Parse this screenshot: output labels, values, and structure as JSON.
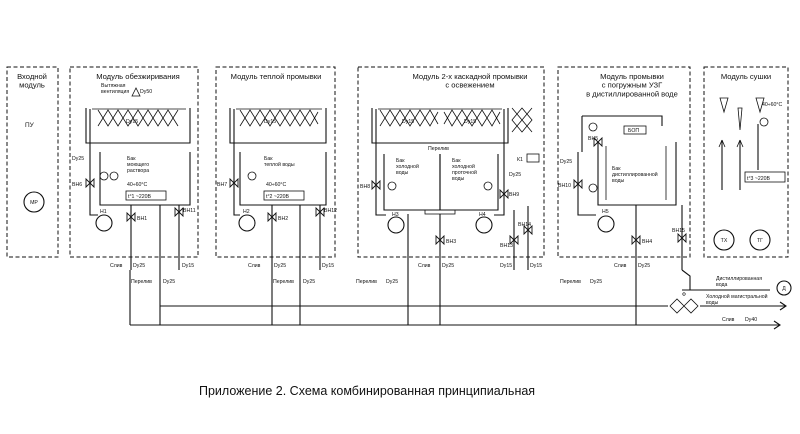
{
  "modules": {
    "input": {
      "title": "Входной\nмодуль",
      "pu": "ПУ",
      "motor": "МР"
    },
    "degrease": {
      "title": "Модуль обезжиривания",
      "exhaust": "Вытяжная\nвентиляция",
      "exhaust_dy": "Dy50",
      "nozzle": "Dy15",
      "tank": "Бак\nмоющего\nраствора",
      "temp": "40÷60°С",
      "heater": "t°1 ~220В",
      "dy_side": "Dy25",
      "valves": [
        "ВН6",
        "ВН1",
        "ВН11"
      ],
      "pump": "Н1"
    },
    "warm": {
      "title": "Модуль теплой промывки",
      "nozzle": "Dy15",
      "tank": "Бак\nтеплой воды",
      "temp": "40÷60°С",
      "heater": "t°2 ~220В",
      "valves": [
        "ВН7",
        "ВН2",
        "ВН12"
      ],
      "pump": "Н2"
    },
    "cascade": {
      "title": "Модуль 2-х каскадной промывки\nс освежением",
      "nozzle": "Dy15",
      "overflow": "Перелив",
      "tank_cold": "Бак\nхолодной\nводы",
      "tank_flow": "Бак\nхолодной\nпроточной\nводы",
      "dy_side": "Dy25",
      "valves": [
        "ВН8",
        "ВН3",
        "ВН9",
        "ВН13",
        "ВН14"
      ],
      "pumps": [
        "Н3",
        "Н4"
      ]
    },
    "uzg": {
      "title": "Модуль промывки\nс погружным УЗГ\nв дистиллированной воде",
      "bop": "БОП",
      "tank": "Бак\nдистиллированной\nводы",
      "dy_side": "Dy25",
      "valves": [
        "ВН5",
        "ВН10",
        "ВН4",
        "ВН15"
      ],
      "pump": "Н5"
    },
    "dry": {
      "title": "Модуль сушки",
      "temp": "40÷60°С",
      "heater": "t°3 ~220В",
      "tx": "ТХ",
      "tg": "ТГ"
    }
  },
  "valve_k1": "К1",
  "drain_labels": [
    "Слив",
    "Dy25",
    "Dy15",
    "Перелив",
    "Dy25"
  ],
  "lines": {
    "distilled": "Дистиллированная\nвода",
    "cold_main": "Холодной магистральной\nводы",
    "drain": "Слив",
    "drain_dy": "Dy40",
    "d_symbol": "Д",
    "f_symbol": "Ф"
  },
  "caption": "Приложение 2.   Схема комбинированная принципиальная"
}
